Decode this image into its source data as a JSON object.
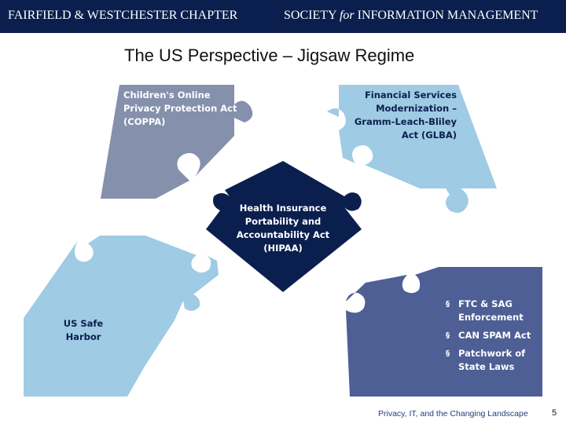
{
  "header": {
    "left": "FAIRFIELD & WESTCHESTER CHAPTER",
    "right_pre": "SOCIETY ",
    "right_for": "for",
    "right_post": " INFORMATION MANAGEMENT"
  },
  "title": "The US Perspective – Jigsaw Regime",
  "pieces": {
    "coppa": [
      "Children's Online",
      "Privacy Protection Act",
      "(COPPA)"
    ],
    "glba": [
      "Financial Services",
      "Modernization –",
      "Gramm-Leach-Bliley",
      "Act (GLBA)"
    ],
    "hipaa": [
      "Health Insurance",
      "Portability and",
      "Accountability Act",
      "(HIPAA)"
    ],
    "safe_harbor": [
      "US Safe",
      "Harbor"
    ],
    "enforcement": [
      [
        "FTC & SAG",
        "Enforcement"
      ],
      [
        "CAN SPAM Act"
      ],
      [
        "Patchwork of",
        "State Laws"
      ]
    ]
  },
  "bullet_glyph": "§",
  "footer": "Privacy, IT, and the Changing Landscape",
  "page_number": "5",
  "colors": {
    "header_bg": "#0b1f4e",
    "coppa_piece": "#8590ad",
    "glba_piece": "#9fcbe4",
    "hipaa_piece": "#0b1f4e",
    "safe_harbor_piece": "#9fcbe4",
    "enforcement_piece": "#4d5f95"
  }
}
